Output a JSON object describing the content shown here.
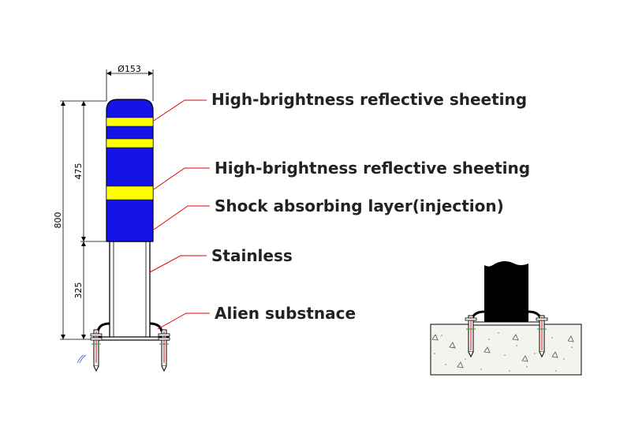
{
  "labels": {
    "reflective_top": "High-brightness reflective sheeting",
    "reflective_mid": "High-brightness reflective sheeting",
    "shock_layer": "Shock absorbing layer(injection)",
    "stainless": "Stainless",
    "anchor": "Alien substnace"
  },
  "dimensions": {
    "diameter": "Ø153",
    "total_height": "800",
    "upper_height": "475",
    "lower_height": "325"
  },
  "colors": {
    "body": "#1414e6",
    "stripe": "#ffff00",
    "leader": "#e60000",
    "post_dark": "#000000",
    "concrete": "#f4f4ee"
  }
}
